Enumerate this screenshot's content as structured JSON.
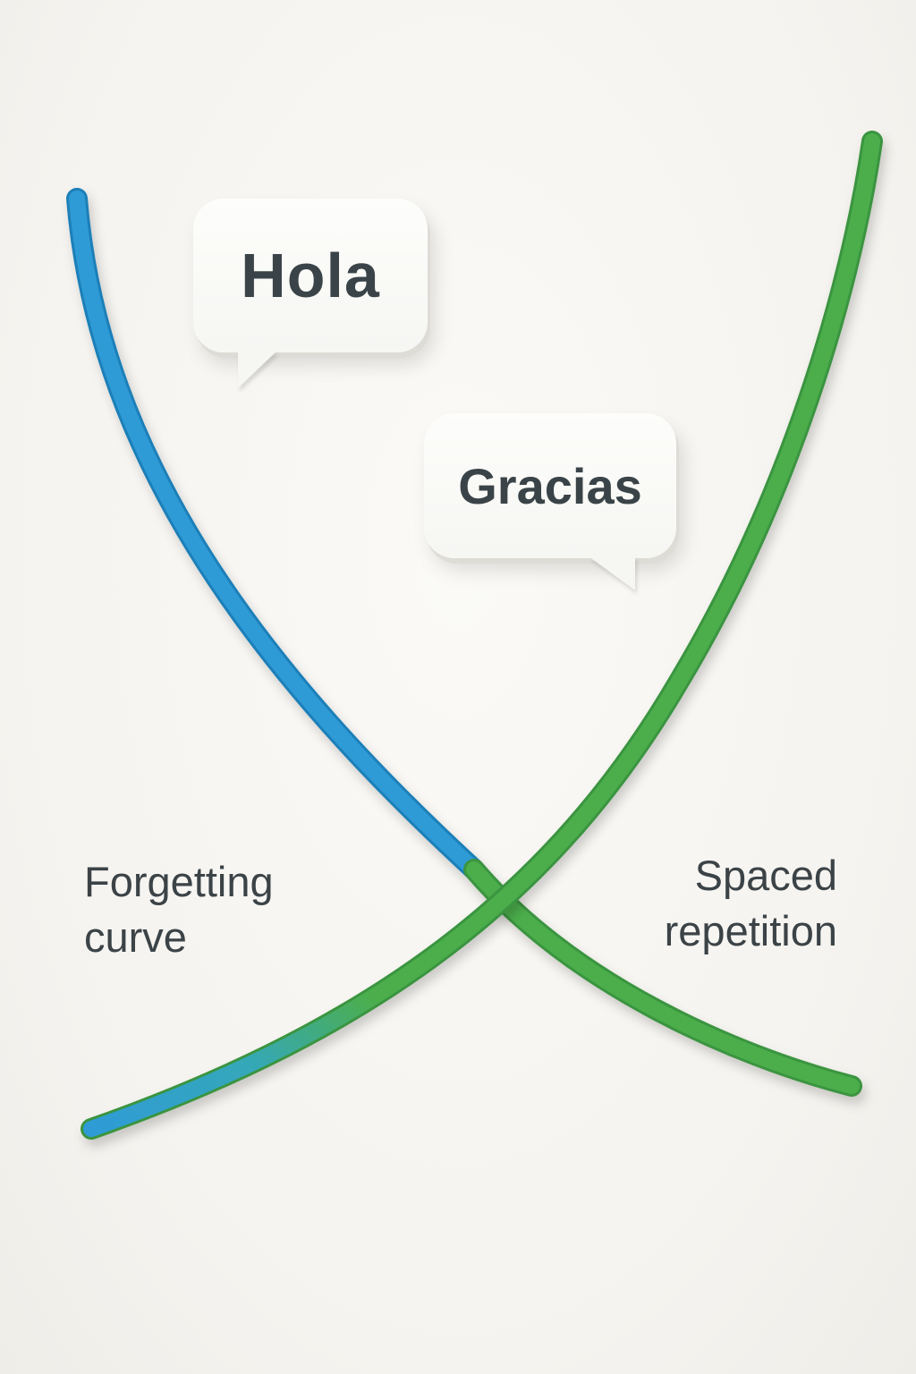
{
  "bubbles": {
    "hola": "Hola",
    "gracias": "Gracias"
  },
  "labels": {
    "forgetting_line1": "Forgetting",
    "forgetting_line2": "curve",
    "spaced_line1": "Spaced",
    "spaced_line2": "repetition"
  },
  "colors": {
    "background": "#f6f4f0",
    "forgetting_curve": "#2e9bd6",
    "spaced_repetition": "#4cae4c",
    "text": "#3b4347"
  }
}
